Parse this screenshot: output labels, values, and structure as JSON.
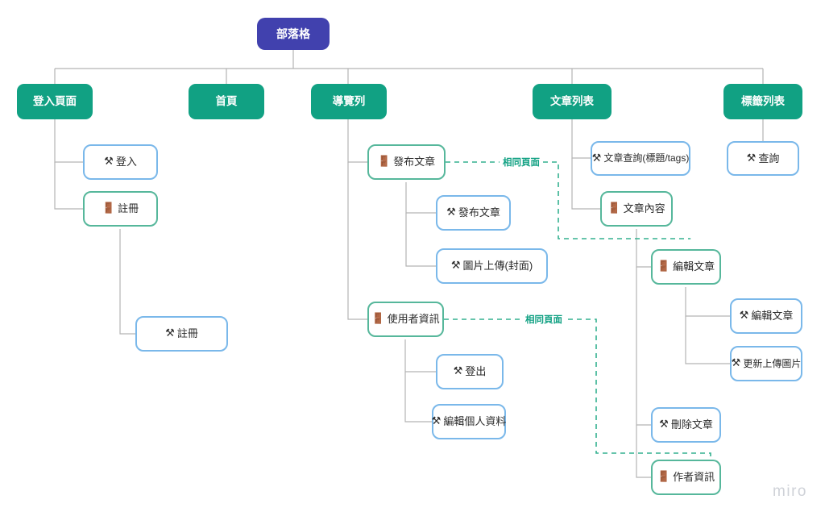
{
  "diagram": {
    "title": "部落格",
    "tool_watermark": "miro",
    "colors": {
      "root_fill": "#4141ae",
      "section_fill": "#11a183",
      "page_border": "#56b79b",
      "feature_border": "#7ab8ea",
      "connector": "#b0b0b0",
      "dashed_link": "#11a183",
      "watermark": "#cfd2d8"
    },
    "icons": {
      "door": "🚪",
      "hammer_and_pick": "⚒"
    }
  },
  "nodes": {
    "root": {
      "label": "部落格",
      "type": "root"
    },
    "login_page": {
      "label": "登入頁面",
      "type": "section"
    },
    "home_page": {
      "label": "首頁",
      "type": "section"
    },
    "navbar": {
      "label": "導覽列",
      "type": "section"
    },
    "article_list": {
      "label": "文章列表",
      "type": "section"
    },
    "tag_list": {
      "label": "標籤列表",
      "type": "section"
    },
    "login": {
      "label": "登入",
      "type": "feature",
      "icon": "hammer_and_pick"
    },
    "register_page": {
      "label": "註冊",
      "type": "page",
      "icon": "door"
    },
    "register": {
      "label": "註冊",
      "type": "feature",
      "icon": "hammer_and_pick"
    },
    "publish_page": {
      "label": "發布文章",
      "type": "page",
      "icon": "door"
    },
    "publish": {
      "label": "發布文章",
      "type": "feature",
      "icon": "hammer_and_pick"
    },
    "image_upload": {
      "label": "圖片上傳(封面)",
      "type": "feature",
      "icon": "hammer_and_pick"
    },
    "user_info_page": {
      "label": "使用者資訊",
      "type": "page",
      "icon": "door"
    },
    "logout": {
      "label": "登出",
      "type": "feature",
      "icon": "hammer_and_pick"
    },
    "edit_profile": {
      "label": "編輯個人資料",
      "type": "feature",
      "icon": "hammer_and_pick"
    },
    "article_search": {
      "label": "文章查詢(標題/tags)",
      "type": "feature",
      "icon": "hammer_and_pick"
    },
    "article_content": {
      "label": "文章內容",
      "type": "page",
      "icon": "door"
    },
    "edit_article_page": {
      "label": "編輯文章",
      "type": "page",
      "icon": "door"
    },
    "edit_article": {
      "label": "編輯文章",
      "type": "feature",
      "icon": "hammer_and_pick"
    },
    "update_image": {
      "label": "更新上傳圖片",
      "type": "feature",
      "icon": "hammer_and_pick"
    },
    "delete_article": {
      "label": "刪除文章",
      "type": "feature",
      "icon": "hammer_and_pick"
    },
    "author_info": {
      "label": "作者資訊",
      "type": "page",
      "icon": "door"
    },
    "tag_search": {
      "label": "查詢",
      "type": "feature",
      "icon": "hammer_and_pick"
    }
  },
  "dashed_links": [
    {
      "id": "link_publish_article_content",
      "label": "相同頁面",
      "from": "publish_page",
      "to": "article_content"
    },
    {
      "id": "link_userinfo_author",
      "label": "相同頁面",
      "from": "user_info_page",
      "to": "author_info"
    }
  ]
}
